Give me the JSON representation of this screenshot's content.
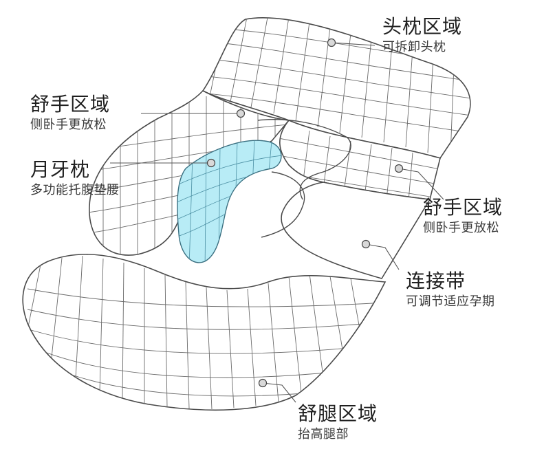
{
  "labels": {
    "head": {
      "title": "头枕区域",
      "subtitle": "可拆卸头枕"
    },
    "arm_left": {
      "title": "舒手区域",
      "subtitle": "侧卧手更放松"
    },
    "moon": {
      "title": "月牙枕",
      "subtitle": "多功能托腹垫腰"
    },
    "arm_right": {
      "title": "舒手区域",
      "subtitle": "侧卧手更放松"
    },
    "band": {
      "title": "连接带",
      "subtitle": "可调节适应孕期"
    },
    "leg": {
      "title": "舒腿区域",
      "subtitle": "抬高腿部"
    }
  },
  "colors": {
    "mesh": "#4a4a4a",
    "crescent_fill": "#b8ecf6",
    "crescent_stroke": "#3a6f80",
    "leader": "#555555",
    "marker_fill": "#d9d9d9"
  }
}
